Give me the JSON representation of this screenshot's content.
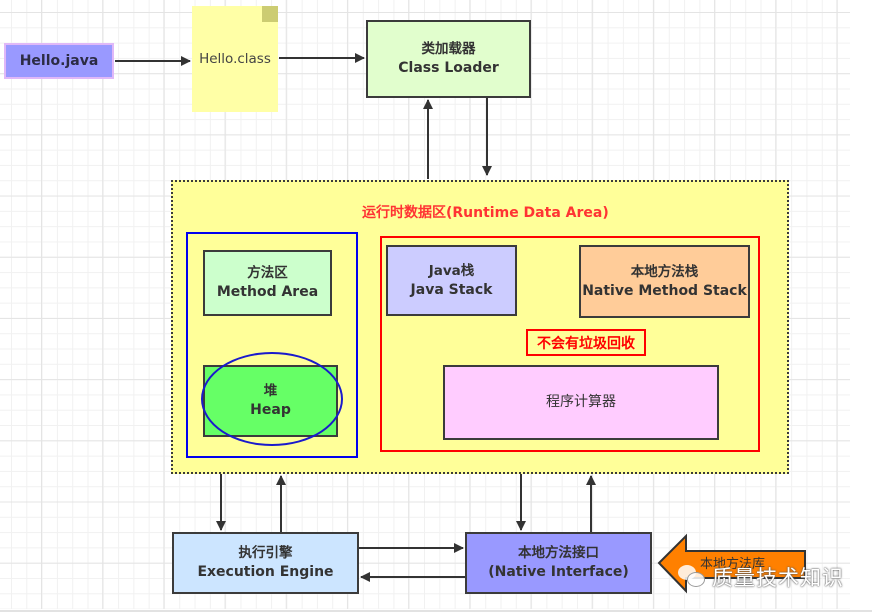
{
  "diagram": {
    "hello_java": "Hello.java",
    "hello_class": "Hello.class",
    "class_loader": {
      "zh": "类加载器",
      "en": "Class Loader"
    },
    "runtime_area": {
      "title": "运行时数据区(Runtime Data Area)"
    },
    "method_area": {
      "zh": "方法区",
      "en": "Method Area"
    },
    "heap": {
      "zh": "堆",
      "en": "Heap"
    },
    "java_stack": {
      "zh": "Java栈",
      "en": "Java Stack"
    },
    "native_method_stack": {
      "zh": "本地方法栈",
      "en": "Native Method Stack"
    },
    "no_gc_note": "不会有垃圾回收",
    "pc_register": "程序计算器",
    "execution_engine": {
      "zh": "执行引擎",
      "en": "Execution Engine"
    },
    "native_interface": {
      "zh": "本地方法接口",
      "en": "(Native Interface)"
    },
    "native_library": "本地方法库"
  },
  "watermark": {
    "icon": "wechat-icon",
    "text": "质量技术知识"
  },
  "colors": {
    "hello_java_fill": "#9999ff",
    "hello_class_fill": "#ffffa6",
    "class_loader_fill": "#e1fecd",
    "runtime_area_fill": "#ffff99",
    "method_area_fill": "#ccffcc",
    "heap_fill": "#66ff66",
    "java_stack_fill": "#ccccff",
    "native_stack_fill": "#ffcc99",
    "pc_register_fill": "#ffccff",
    "execution_engine_fill": "#cce5ff",
    "native_interface_fill": "#9999ff",
    "native_library_arrow": "#ff8000",
    "highlight_red": "#ff0000",
    "highlight_blue": "#0000ee"
  }
}
